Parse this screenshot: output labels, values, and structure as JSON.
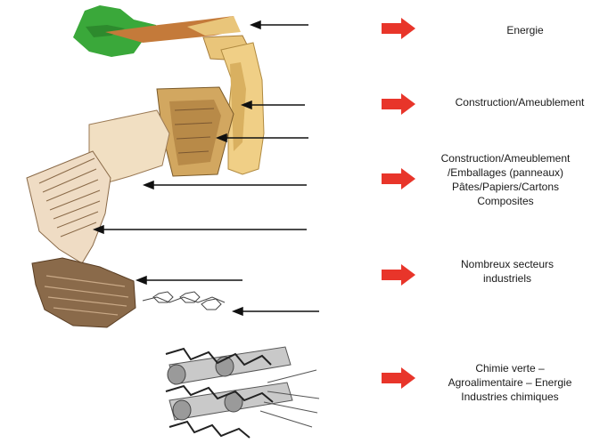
{
  "colors": {
    "arrow_red": "#e8352a",
    "pointer_black": "#111111",
    "leaf_green": "#3aa83a",
    "wood_tan": "#e9c57a",
    "wood_dark": "#8a5a2a",
    "bark_brown": "#6b4a2b",
    "fibril_grey": "#b9b9b9"
  },
  "icons": [
    "tree-icon",
    "wood-cross-section-icon",
    "fiber-bundle-icon",
    "glucose-chain-icon",
    "cellulose-fibril-icon"
  ],
  "uses": [
    {
      "lines": [
        "Energie"
      ]
    },
    {
      "lines": [
        "Construction/Ameublement"
      ]
    },
    {
      "lines": [
        "Construction/Ameublement",
        "/Emballages (panneaux)",
        "Pâtes/Papiers/Cartons",
        "Composites"
      ]
    },
    {
      "lines": [
        "Nombreux secteurs",
        "industriels"
      ]
    },
    {
      "lines": [
        "Chimie verte –",
        "Agroalimentaire – Energie",
        "Industries chimiques"
      ]
    }
  ]
}
